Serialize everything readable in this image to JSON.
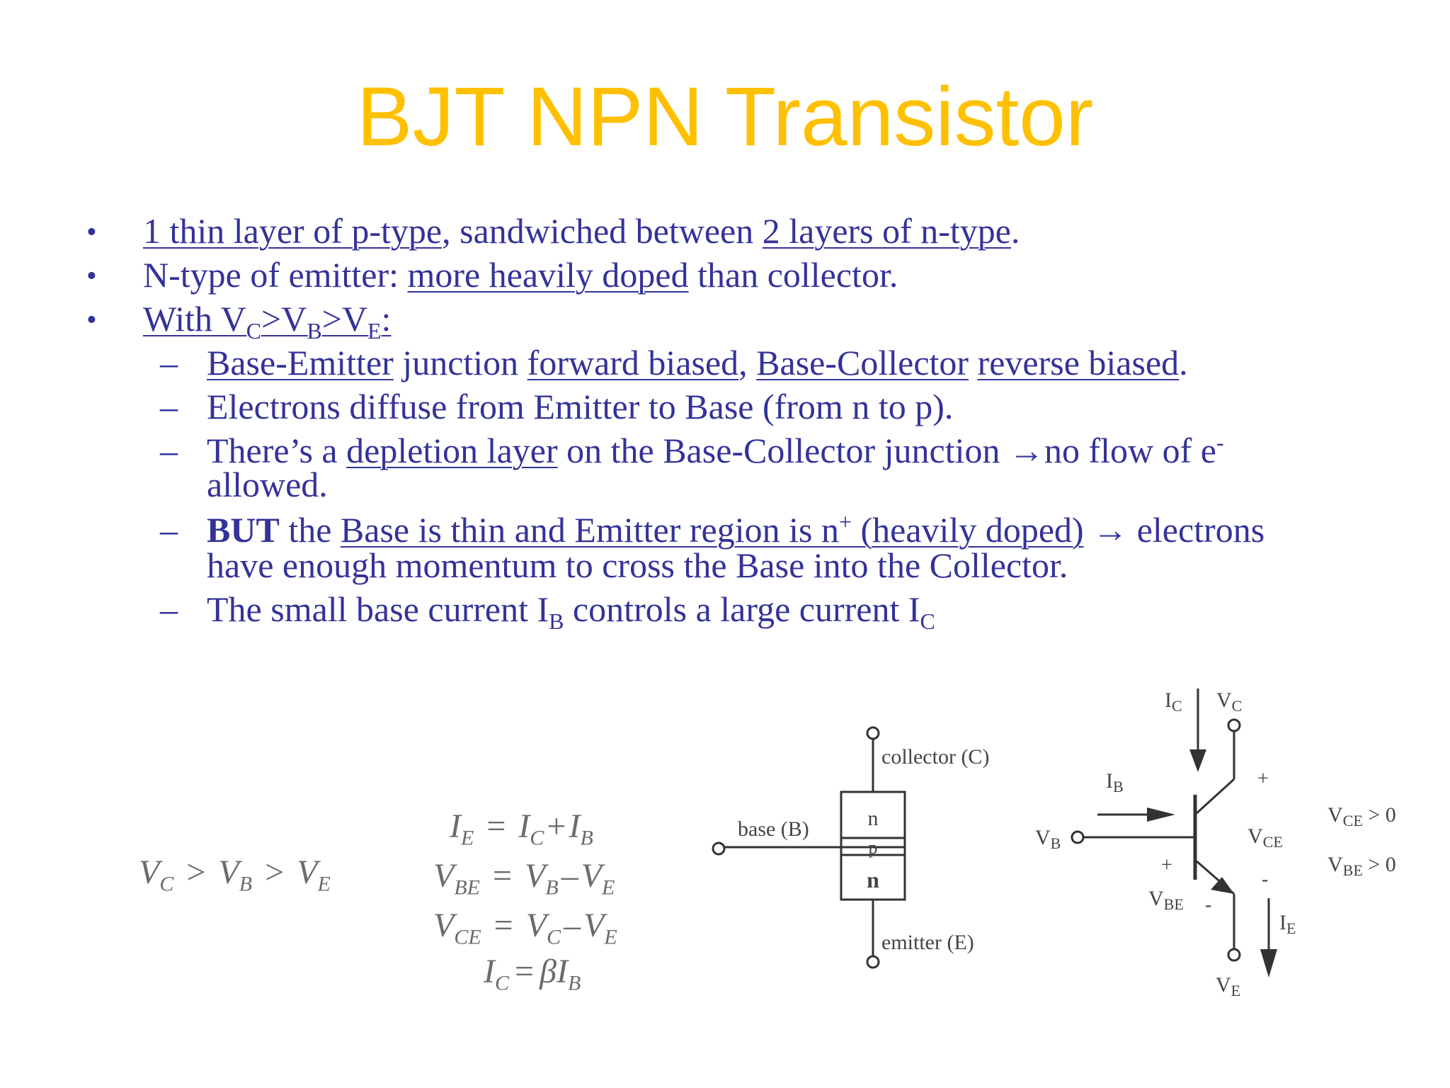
{
  "title": "BJT  NPN Transistor",
  "bullets": {
    "b1": {
      "a": "1 thin layer of p-type",
      "b": ", sandwiched between ",
      "c": "2 layers of n-type",
      "d": "."
    },
    "b2": {
      "a": "N-type of emitter: ",
      "b": "more heavily doped",
      "c": " than collector."
    },
    "b3": {
      "a": "With V",
      "s1": "C",
      "b": ">V",
      "s2": "B",
      "c": ">V",
      "s3": "E",
      "d": ":"
    }
  },
  "subbullets": {
    "dash": "–",
    "s1": {
      "a": "Base-Emitter",
      "b": " junction ",
      "c": "forward biased",
      "d": ", ",
      "e": "Base-Collector",
      "f": " ",
      "g": "reverse biased",
      "h": "."
    },
    "s2": "Electrons diffuse from Emitter to Base (from n to p).",
    "s3": {
      "a": "There’s a ",
      "b": "depletion layer",
      "c": " on the Base-Collector junction ",
      "arrow": "→",
      "d": "no flow of e",
      "sup": "-",
      "line2": "allowed."
    },
    "s4": {
      "a": "BUT",
      "b": " the ",
      "c": "Base is thin and Emitter region is n",
      "sup": "+",
      "d": " (heavily doped)",
      "e": " ",
      "arrow": "→",
      "f": " electrons",
      "line2": "have enough momentum to cross the Base into the Collector."
    },
    "s5": {
      "a": "The small base current I",
      "s1": "B",
      "b": " controls a large current I",
      "s2": "C"
    }
  },
  "inequality": {
    "v": "V",
    "c": "C",
    "b": "B",
    "e": "E",
    "gt": ">"
  },
  "equations": {
    "eq1": {
      "lhs": "I",
      "lhs_sub": "E",
      "eq": "=",
      "r1": "I",
      "r1_sub": "C",
      "op": "+",
      "r2": "I",
      "r2_sub": "B"
    },
    "eq2": {
      "lhs": "V",
      "lhs_sub": "BE",
      "eq": "=",
      "r1": "V",
      "r1_sub": "B",
      "op": "–",
      "r2": "V",
      "r2_sub": "E"
    },
    "eq3": {
      "lhs": "V",
      "lhs_sub": "CE",
      "eq": "=",
      "r1": "V",
      "r1_sub": "C",
      "op": "–",
      "r2": "V",
      "r2_sub": "E"
    },
    "eq4": {
      "lhs": "I",
      "lhs_sub": "C",
      "eq": "=",
      "r1": "βI",
      "r1_sub": "B"
    }
  },
  "layer_diagram": {
    "collector_label": "collector (C)",
    "base_label": "base (B)",
    "emitter_label": "emitter (E)",
    "layer_top": "n",
    "layer_mid": "p",
    "layer_bottom": "n"
  },
  "symbol_diagram": {
    "ic": "I",
    "ic_sub": "C",
    "vc": "V",
    "vc_sub": "C",
    "ib": "I",
    "ib_sub": "B",
    "vb": "V",
    "vb_sub": "B",
    "vce": "V",
    "vce_sub": "CE",
    "vbe": "V",
    "vbe_sub": "BE",
    "ie": "I",
    "ie_sub": "E",
    "ve": "V",
    "ve_sub": "E",
    "plus": "+",
    "minus": "-",
    "cond1": "V",
    "cond1_sub": "CE",
    "cond1_rest": " > 0",
    "cond2": "V",
    "cond2_sub": "BE",
    "cond2_rest": " > 0"
  },
  "colors": {
    "title": "#FFC000",
    "text": "#333399",
    "diagram": "#444444"
  }
}
